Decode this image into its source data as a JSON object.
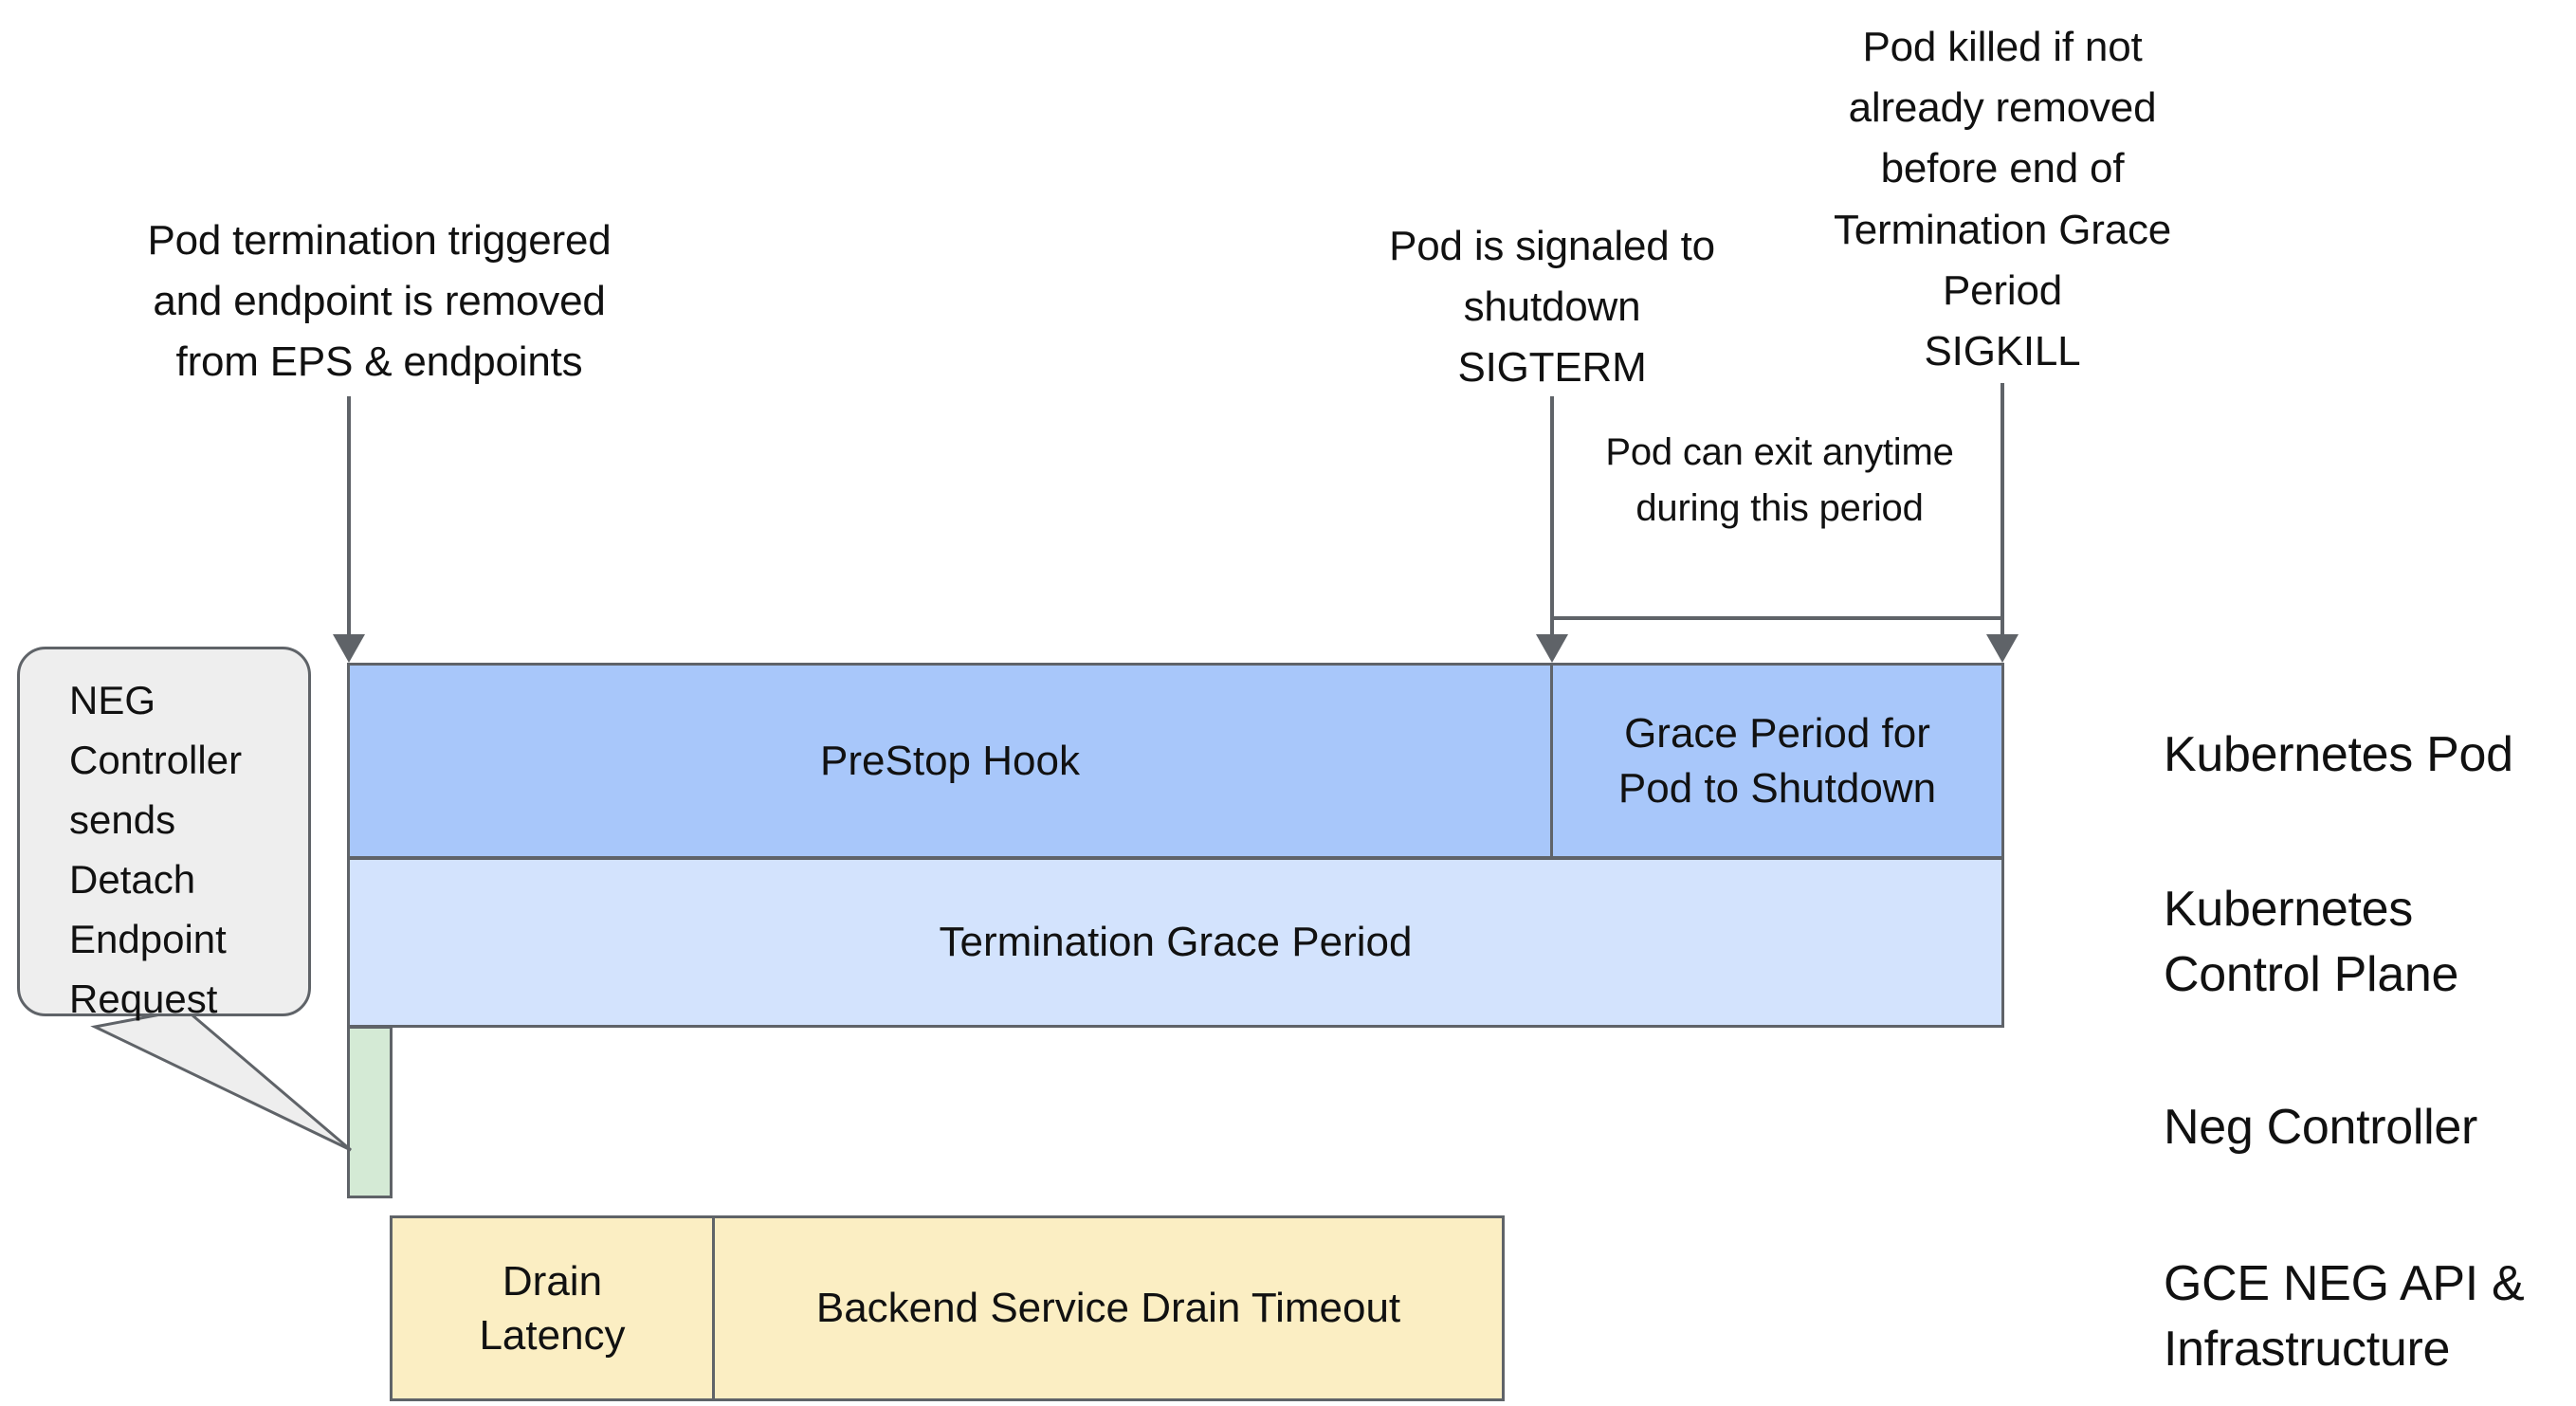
{
  "annotations": {
    "pod_termination": "Pod termination triggered\nand endpoint is removed\nfrom EPS & endpoints",
    "sigterm": "Pod is signaled to\nshutdown\nSIGTERM",
    "sigkill": "Pod killed if not\nalready removed\nbefore end of\nTermination Grace\nPeriod\nSIGKILL",
    "pod_can_exit": "Pod can exit anytime\nduring this period"
  },
  "callout": {
    "text": "NEG\nController\nsends\nDetach\nEndpoint\nRequest"
  },
  "bars": {
    "prestop_hook": "PreStop Hook",
    "grace_period_pod": "Grace Period for\nPod to Shutdown",
    "termination_grace_period": "Termination Grace Period",
    "neg_controller": "",
    "drain_latency": "Drain\nLatency",
    "backend_service_drain_timeout": "Backend Service Drain Timeout"
  },
  "legend": {
    "kubernetes_pod": "Kubernetes Pod",
    "kubernetes_control_plane": "Kubernetes\nControl Plane",
    "neg_controller": "Neg Controller",
    "gce_neg_api": "GCE NEG API &\nInfrastructure"
  },
  "colors": {
    "prestop_blue": "#a8c7fa",
    "grace_blue": "#a8c7fa",
    "tgp_light_blue": "#d3e3fd",
    "neg_green": "#d4ead5",
    "drain_yellow": "#fbeec3",
    "stroke_gray": "#5f6368",
    "callout_gray": "#eeeeee"
  }
}
